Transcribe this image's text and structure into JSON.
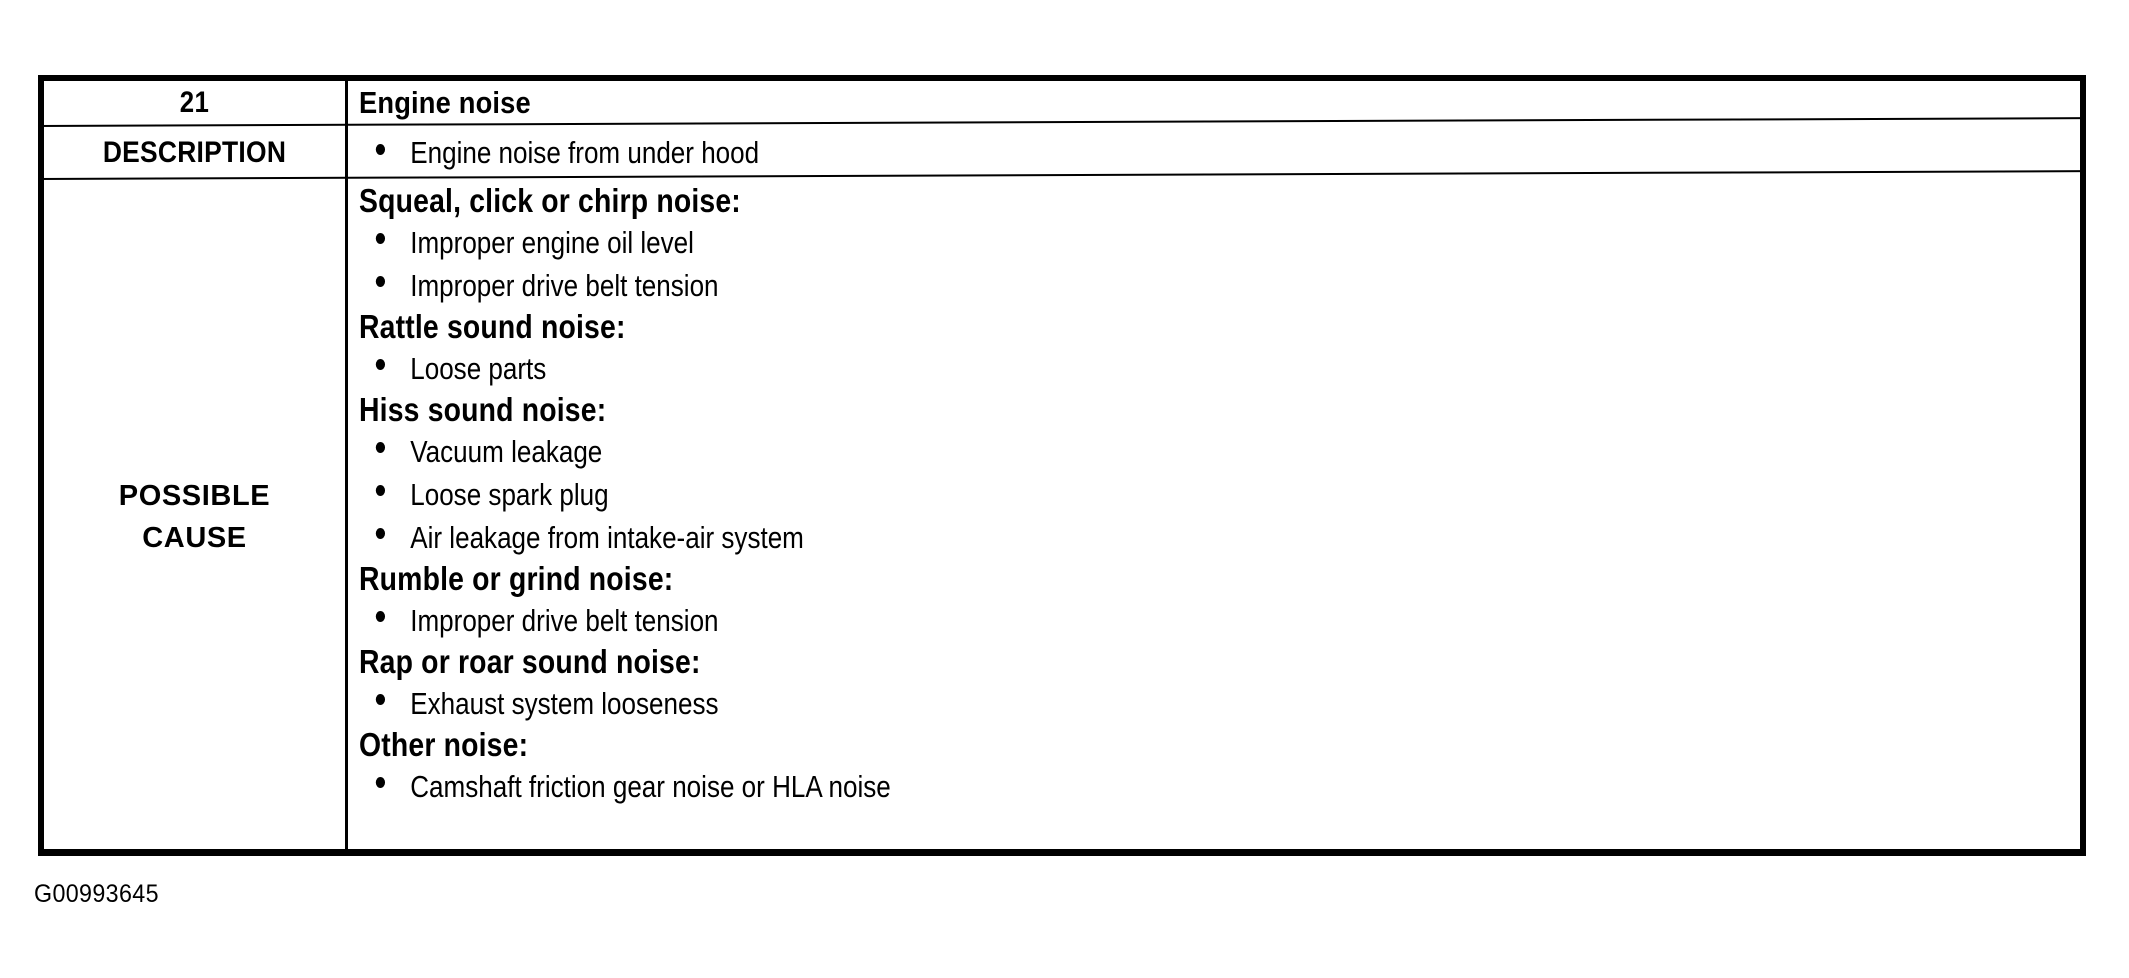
{
  "document": {
    "footer_code": "G00993645"
  },
  "table": {
    "columns": [
      "label",
      "content"
    ],
    "rows": [
      {
        "label": "21",
        "type": "header",
        "content_title": "Engine noise"
      },
      {
        "label": "DESCRIPTION",
        "type": "description",
        "bullets": [
          "Engine noise from under hood"
        ]
      },
      {
        "label": "POSSIBLE CAUSE",
        "label_line1": "POSSIBLE",
        "label_line2": "CAUSE",
        "type": "possible-cause",
        "groups": [
          {
            "heading": "Squeal, click or chirp noise:",
            "bullets": [
              "Improper engine oil level",
              "Improper drive belt tension"
            ]
          },
          {
            "heading": "Rattle sound noise:",
            "bullets": [
              "Loose parts"
            ]
          },
          {
            "heading": "Hiss sound noise:",
            "bullets": [
              "Vacuum leakage",
              "Loose spark plug",
              "Air leakage from intake-air system"
            ]
          },
          {
            "heading": "Rumble or grind noise:",
            "bullets": [
              "Improper drive belt tension"
            ]
          },
          {
            "heading": "Rap or roar sound noise:",
            "bullets": [
              "Exhaust system looseness"
            ]
          },
          {
            "heading": "Other noise:",
            "bullets": [
              "Camshaft friction gear noise or HLA noise"
            ]
          }
        ]
      }
    ]
  },
  "colors": {
    "ink": "#000000",
    "paper": "#ffffff"
  }
}
